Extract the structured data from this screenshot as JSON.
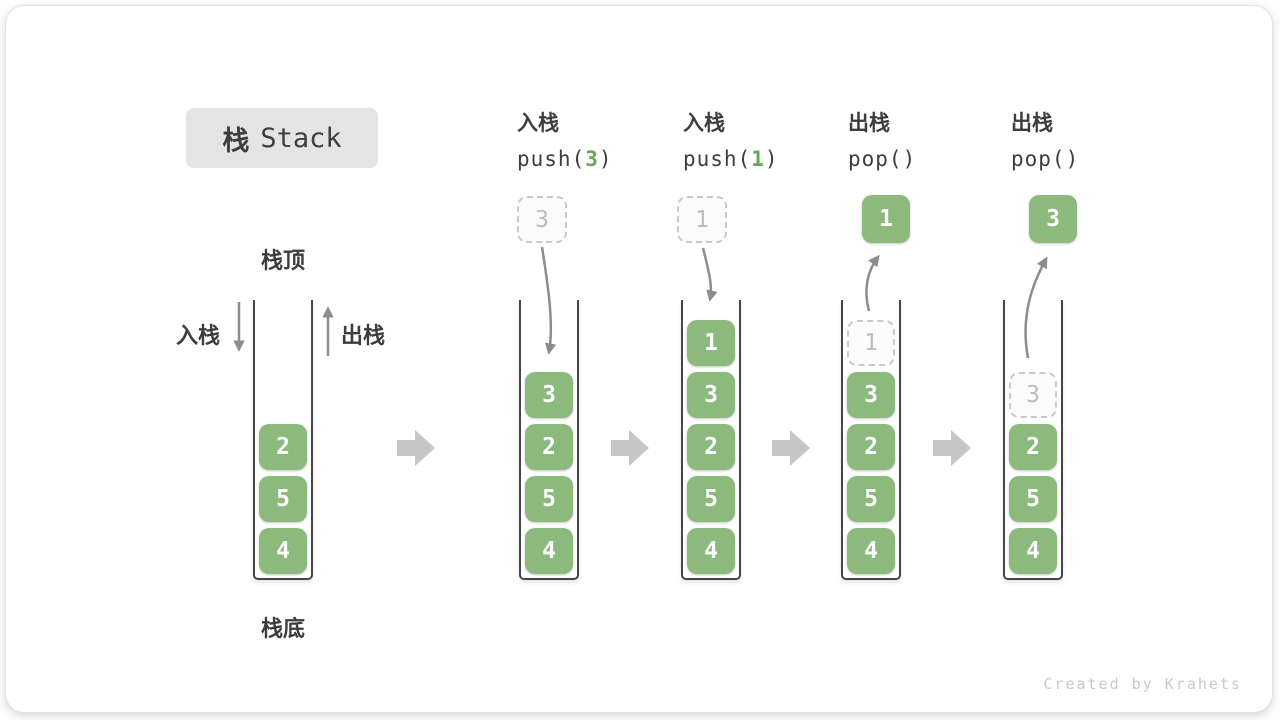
{
  "title": {
    "cn": "栈",
    "en": "Stack"
  },
  "labels": {
    "stack_top": "栈顶",
    "stack_bottom": "栈底",
    "push_direction": "入栈",
    "pop_direction": "出栈"
  },
  "watermark": "Created by Krahets",
  "colors": {
    "block_green": "#8cba7d",
    "code_arg_green": "#69a758",
    "ghost_border_gray": "#c9c9c9",
    "curve_arrow_gray": "#8d8d8d",
    "transition_arrow_gray": "#c6c6c6",
    "title_box_bg": "#e4e4e4",
    "text_dark": "#3d3d3d",
    "watermark_gray": "#c9c9c9"
  },
  "stages": [
    {
      "blocks": [
        "2",
        "5",
        "4"
      ]
    },
    {
      "op_cn": "入栈",
      "code_pre": "push(",
      "code_arg": "3",
      "code_post": ")",
      "float_value": "3",
      "blocks": [
        "3",
        "2",
        "5",
        "4"
      ]
    },
    {
      "op_cn": "入栈",
      "code_pre": "push(",
      "code_arg": "1",
      "code_post": ")",
      "float_value": "1",
      "blocks": [
        "1",
        "3",
        "2",
        "5",
        "4"
      ]
    },
    {
      "op_cn": "出栈",
      "code_pre": "pop(",
      "code_arg": "",
      "code_post": ")",
      "float_value": "1",
      "ghost_value": "1",
      "blocks": [
        "3",
        "2",
        "5",
        "4"
      ]
    },
    {
      "op_cn": "出栈",
      "code_pre": "pop(",
      "code_arg": "",
      "code_post": ")",
      "float_value": "3",
      "ghost_value": "3",
      "blocks": [
        "2",
        "5",
        "4"
      ]
    }
  ]
}
